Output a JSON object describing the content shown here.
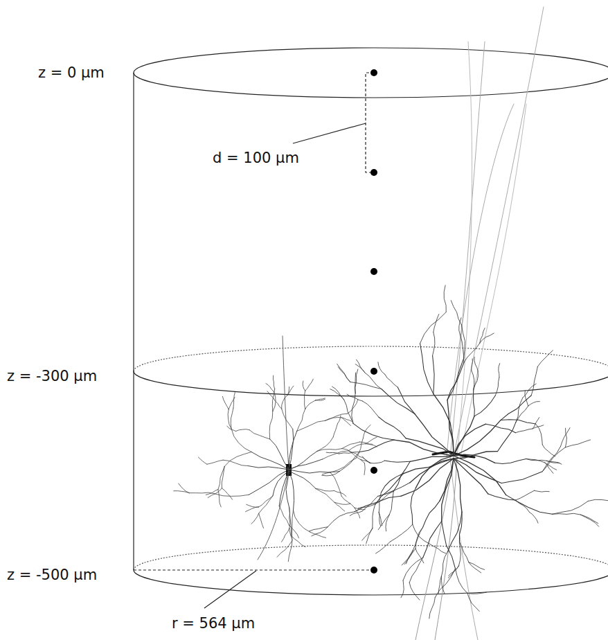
{
  "diagram": {
    "labels": [
      "z = 0 µm",
      "d = 100 µm",
      "z = -300 µm",
      "z = -500 µm",
      "r = 564 µm"
    ]
  }
}
